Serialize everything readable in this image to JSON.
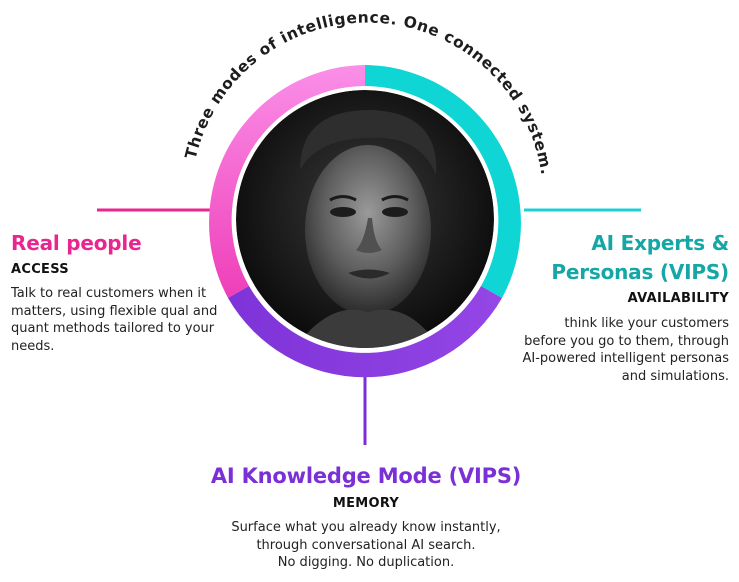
{
  "arc_heading": "Three modes of intelligence. One connected system.",
  "colors": {
    "pink": "#f04bc3",
    "pink_light": "#f98be6",
    "cyan": "#0fd5d5",
    "purple": "#8a3fe0",
    "purple_dark": "#7a2fd8"
  },
  "center_image": "portrait-photo",
  "modes": {
    "left": {
      "title": "Real people",
      "subtitle": "ACCESS",
      "description": "Talk to real customers when it matters, using flexible qual and quant methods tailored to your needs."
    },
    "right": {
      "title_line1": "AI Experts &",
      "title_line2": "Personas (VIPS)",
      "subtitle": "AVAILABILITY",
      "description": "think like your customers before you go to them, through AI-powered intelligent personas and simulations."
    },
    "bottom": {
      "title": "AI Knowledge Mode (VIPS)",
      "subtitle": "MEMORY",
      "description_line1": "Surface what you already know instantly,",
      "description_line2": "through conversational AI search.",
      "description_line3": "No digging. No duplication."
    }
  }
}
